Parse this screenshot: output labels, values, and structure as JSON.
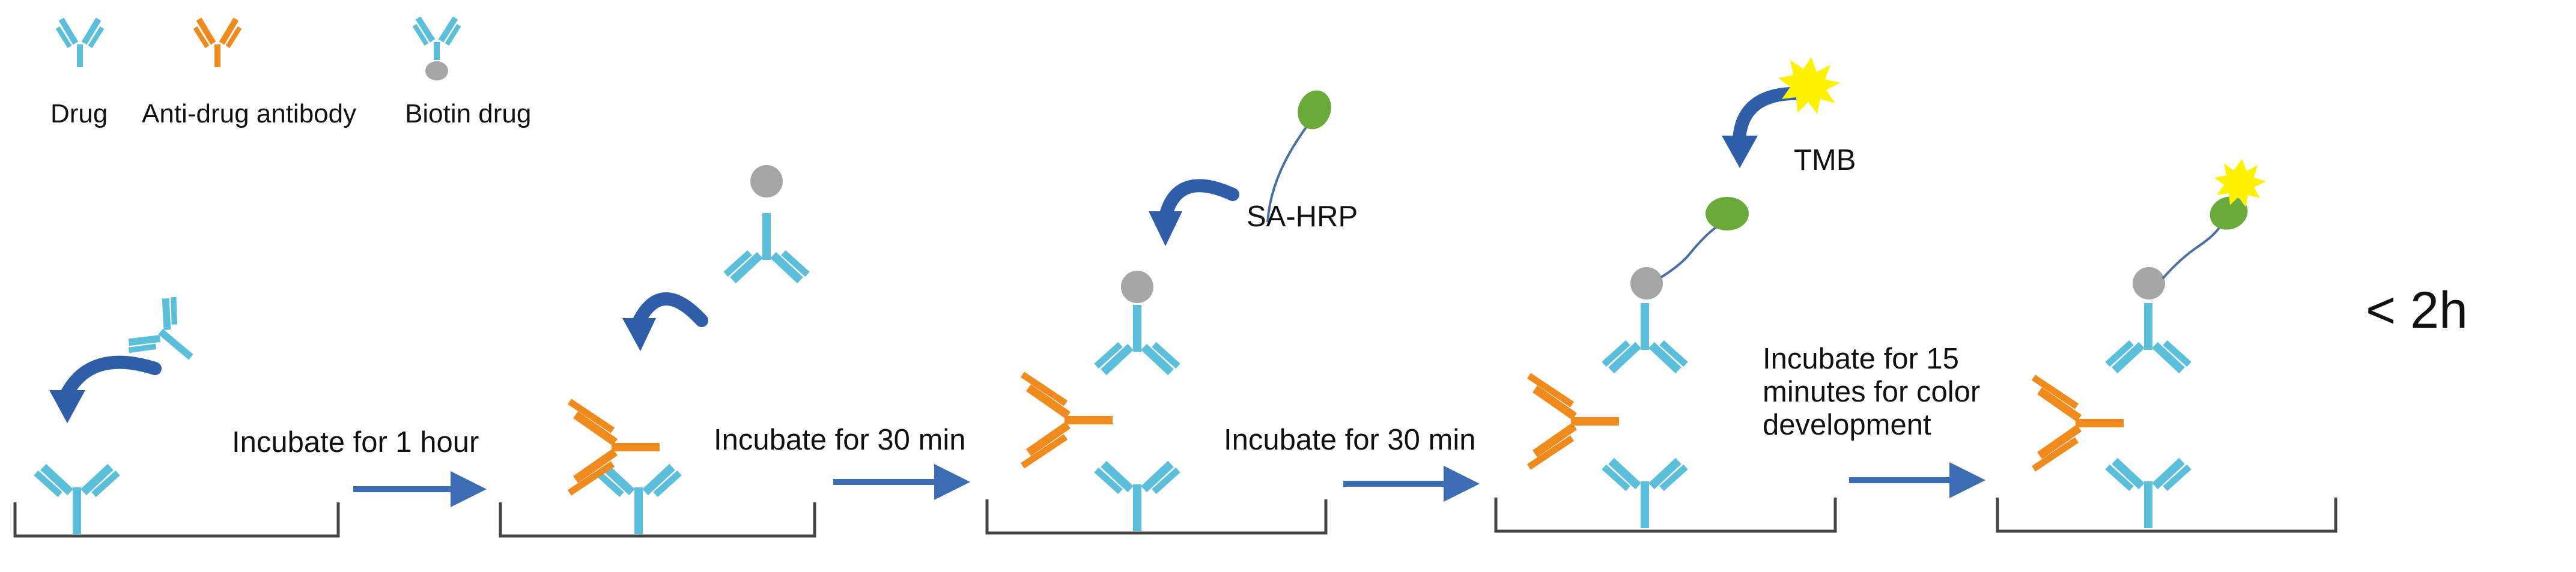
{
  "legend": {
    "drug": "Drug",
    "anti_drug_antibody": "Anti-drug antibody",
    "biotin_drug": "Biotin drug"
  },
  "steps": {
    "step1": "Incubate for 1 hour",
    "step2": "Incubate for 30 min",
    "step3": "Incubate for 30 min",
    "step4": [
      "Incubate for 15",
      "minutes for color",
      "development"
    ]
  },
  "reagents": {
    "sa_hrp": "SA-HRP",
    "tmb": "TMB"
  },
  "total_time": "< 2h",
  "colors": {
    "drug": "#5bbfdb",
    "anti_drug_antibody": "#f08a1c",
    "biotin": "#a6a6a6",
    "sa_hrp": "#6aaa3a",
    "tmb": "#fff200",
    "process_arrow": "#3c6cb4",
    "curved_arrow": "#2e5ea8",
    "plate": "#444444"
  }
}
